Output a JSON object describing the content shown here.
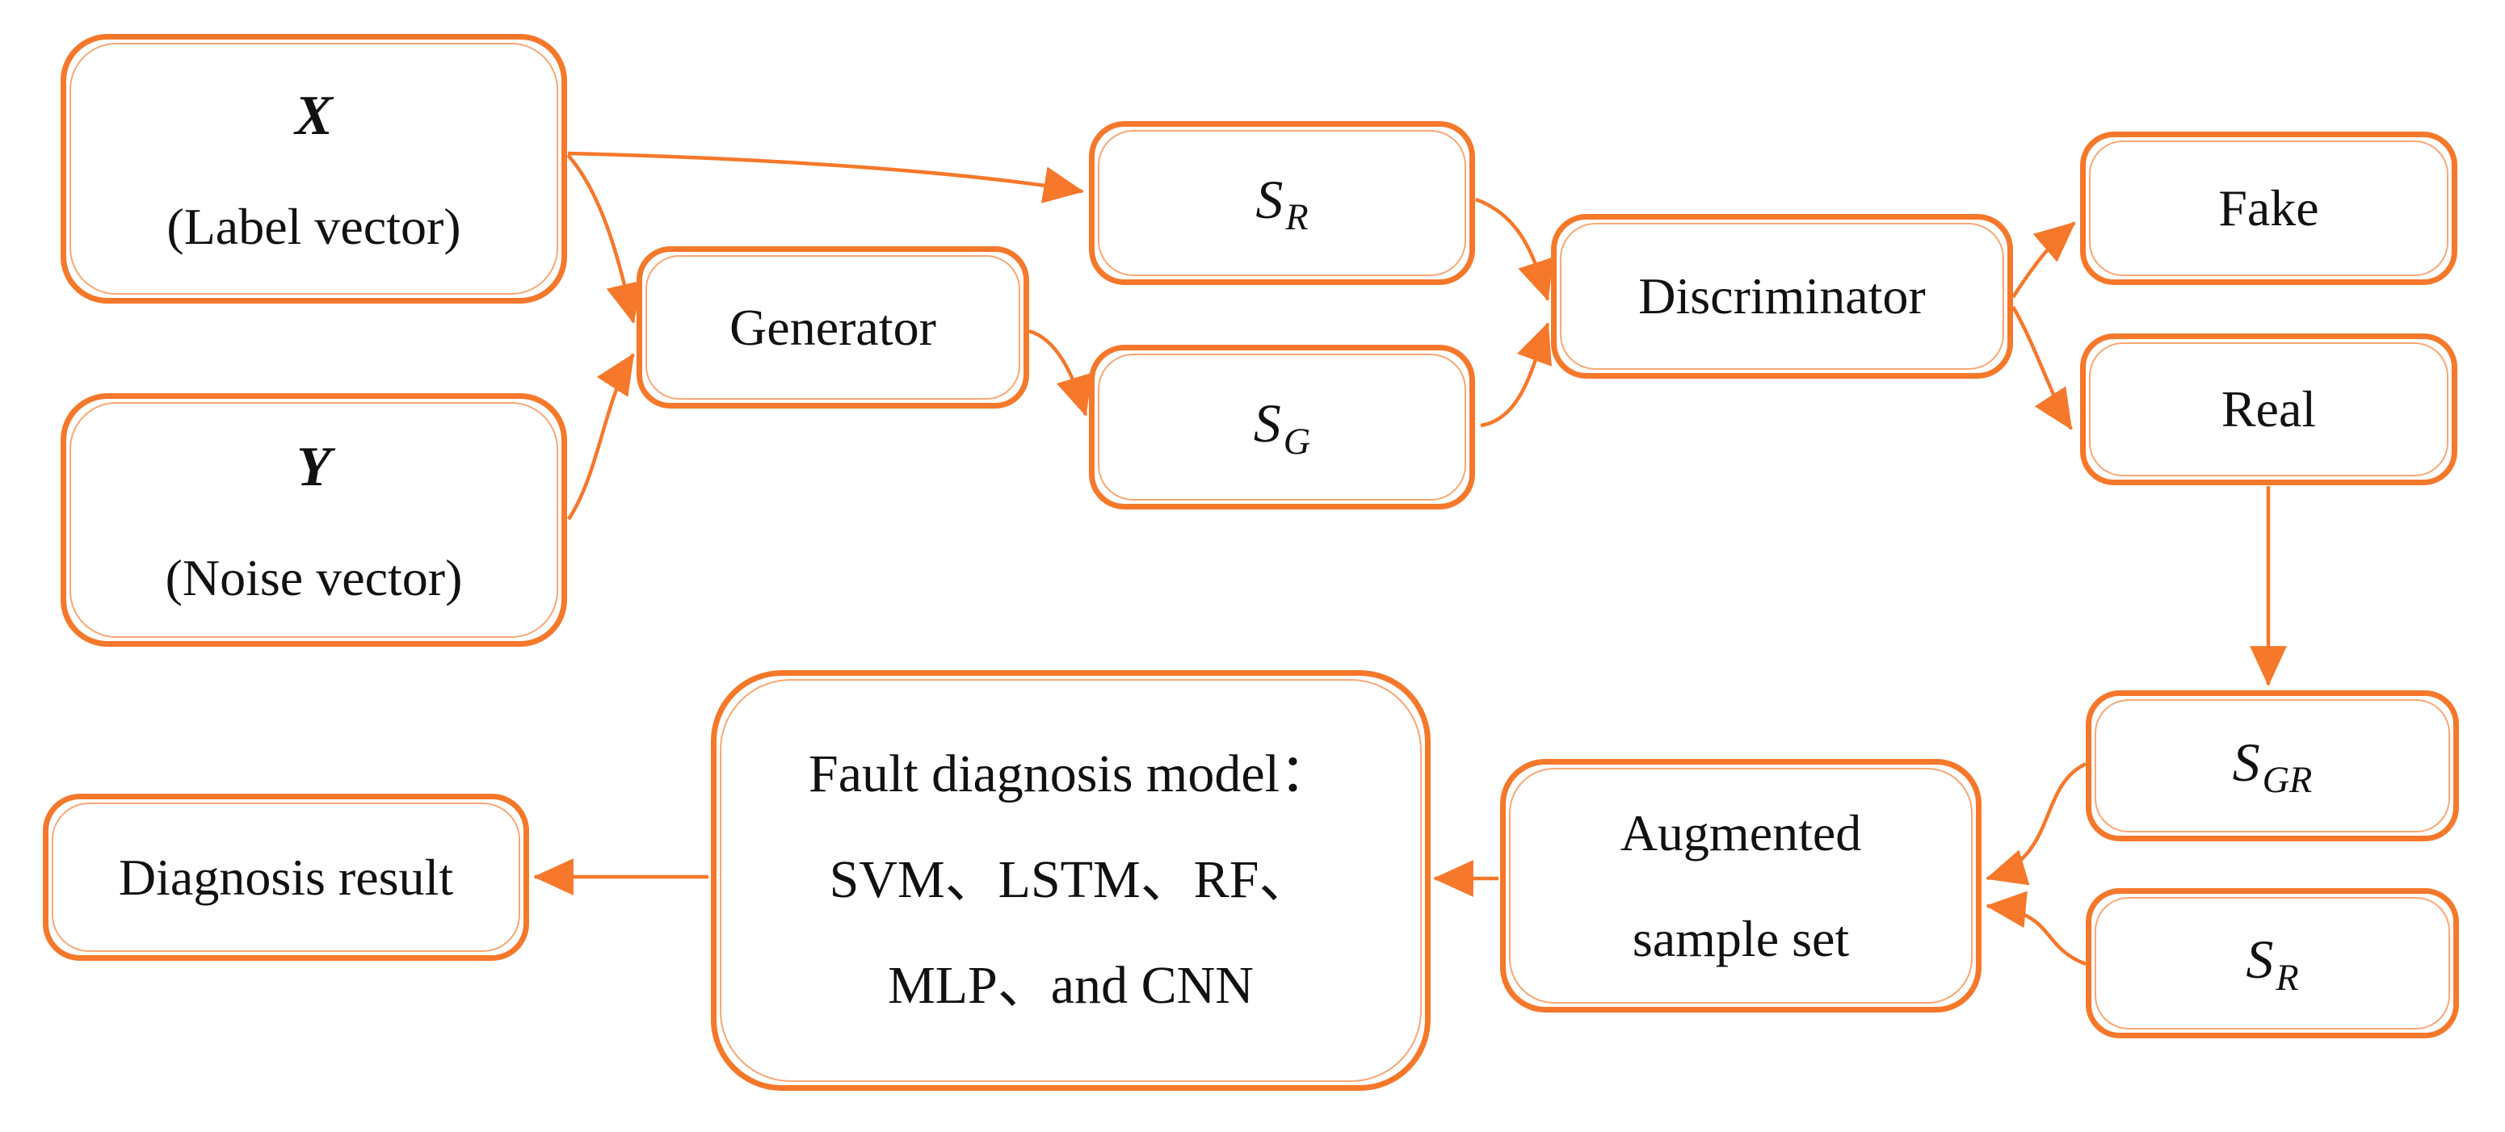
{
  "theme": {
    "accent": "#F5782B",
    "text": "#111111",
    "background": "#FFFFFF"
  },
  "nodes": {
    "label_vector": {
      "title": "X",
      "subtitle": "(Label vector)"
    },
    "noise_vector": {
      "title": "Y",
      "subtitle": "(Noise vector)"
    },
    "generator": {
      "label": "Generator"
    },
    "sr_real": {
      "base": "S",
      "sub": "R"
    },
    "sg_generated": {
      "base": "S",
      "sub": "G"
    },
    "discriminator": {
      "label": "Discriminator"
    },
    "fake": {
      "label": "Fake"
    },
    "real": {
      "label": "Real"
    },
    "sgr": {
      "base": "S",
      "sub": "GR"
    },
    "sr_bottom": {
      "base": "S",
      "sub": "R"
    },
    "augmented": {
      "line1": "Augmented",
      "line2": "sample set"
    },
    "fault_model": {
      "line1": "Fault diagnosis model：",
      "line2": "SVM、LSTM、RF、",
      "line3": "MLP、and CNN"
    },
    "diagnosis": {
      "label": "Diagnosis result"
    }
  },
  "edges": [
    {
      "from": "label_vector",
      "to": "sr_real"
    },
    {
      "from": "label_vector",
      "to": "generator"
    },
    {
      "from": "noise_vector",
      "to": "generator"
    },
    {
      "from": "generator",
      "to": "sg_generated"
    },
    {
      "from": "sr_real",
      "to": "discriminator"
    },
    {
      "from": "sg_generated",
      "to": "discriminator"
    },
    {
      "from": "discriminator",
      "to": "fake"
    },
    {
      "from": "discriminator",
      "to": "real"
    },
    {
      "from": "real",
      "to": "sgr"
    },
    {
      "from": "sgr",
      "to": "augmented"
    },
    {
      "from": "sr_bottom",
      "to": "augmented"
    },
    {
      "from": "augmented",
      "to": "fault_model"
    },
    {
      "from": "fault_model",
      "to": "diagnosis"
    }
  ]
}
